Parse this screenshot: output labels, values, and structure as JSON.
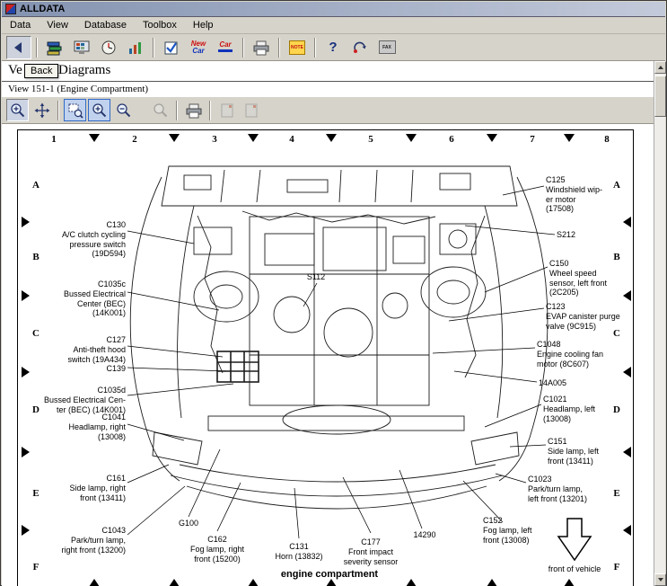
{
  "window": {
    "title": "ALLDATA"
  },
  "menu_bar": {
    "items": [
      {
        "label": "Data"
      },
      {
        "label": "View"
      },
      {
        "label": "Database"
      },
      {
        "label": "Toolbox"
      },
      {
        "label": "Help"
      }
    ]
  },
  "toolbar": {
    "back_tooltip": "Back",
    "new_car_icon": {
      "line1": "New",
      "line2": "Car"
    },
    "car_icon": {
      "line1": "Car"
    },
    "note_icon": "NOTE",
    "help_icon": "?",
    "fax_icon": "FAX"
  },
  "tabs": {
    "vehicle": "Ve",
    "diagrams": "Diagrams"
  },
  "view_header": "View 151-1 (Engine Compartment)",
  "diagram": {
    "grid_columns": [
      "1",
      "2",
      "3",
      "4",
      "5",
      "6",
      "7",
      "8"
    ],
    "grid_rows": [
      "A",
      "B",
      "C",
      "D",
      "E",
      "F"
    ],
    "caption": "engine compartment",
    "front_of_vehicle": "front of vehicle",
    "s112": "S112",
    "left_callouts": [
      {
        "text": "C130\nA/C clutch cycling\npressure switch\n(19D594)"
      },
      {
        "text": "C1035c\nBussed Electrical\nCenter (BEC)\n(14K001)"
      },
      {
        "text": "C127\nAnti-theft hood\nswitch (19A434)"
      },
      {
        "text": "C139"
      },
      {
        "text": "C1035d\nBussed Electrical Cen-\nter (BEC) (14K001)"
      },
      {
        "text": "C1041\nHeadlamp, right\n(13008)"
      },
      {
        "text": "C161\nSide lamp, right\nfront (13411)"
      },
      {
        "text": "C1043\nPark/turn lamp,\nright front (13200)"
      }
    ],
    "bottom_callouts": [
      {
        "text": "G100"
      },
      {
        "text": "C162\nFog lamp, right\nfront (15200)"
      },
      {
        "text": "C131\nHorn (13832)"
      },
      {
        "text": "C177\nFront impact\nseverity sensor"
      },
      {
        "text": "14290"
      }
    ],
    "right_callouts": [
      {
        "text": "C125\nWindshield wip-\ner motor\n(17508)"
      },
      {
        "text": "S212"
      },
      {
        "text": "C150\nWheel speed\nsensor, left front\n(2C205)"
      },
      {
        "text": "C123\nEVAP canister purge\nvalve (9C915)"
      },
      {
        "text": "C1048\nEngine cooling fan\nmotor (8C607)"
      },
      {
        "text": "14A005"
      },
      {
        "text": "C1021\nHeadlamp, left\n(13008)"
      },
      {
        "text": "C151\nSide lamp, left\nfront (13411)"
      },
      {
        "text": "C1023\nPark/turn lamp,\nleft front (13201)"
      },
      {
        "text": "C152\nFog lamp, left\nfront (13008)"
      }
    ]
  }
}
